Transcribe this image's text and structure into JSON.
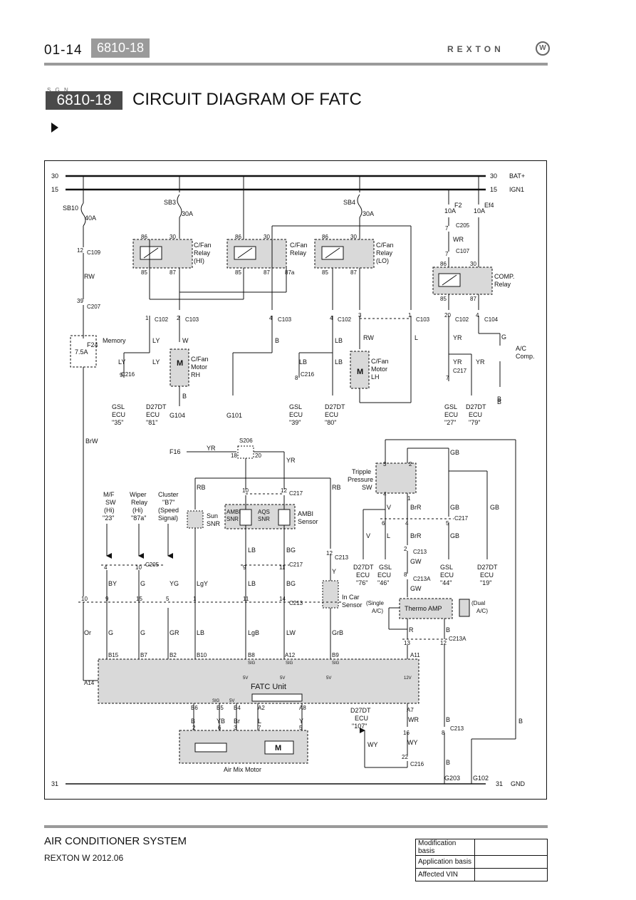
{
  "header": {
    "page_number": "01-14",
    "section_code": "6810-18",
    "brand": "REXTON",
    "brand_logo": "W"
  },
  "title_block": {
    "sgn": "S.G.N.",
    "code": "6810-18",
    "title": "CIRCUIT DIAGRAM OF FATC"
  },
  "diagram": {
    "bus": {
      "b30": "30",
      "b15": "15",
      "b31": "31",
      "bat": "BAT+",
      "ign": "IGN1",
      "gnd": "GND"
    },
    "fuses": {
      "sb10": "SB10",
      "sb10_rating": "40A",
      "sb3": "SB3",
      "sb3_rating": "30A",
      "sb4": "SB4",
      "sb4_rating": "30A",
      "f2": "F2",
      "f2_rating": "10A",
      "ef4": "Ef4",
      "ef4_rating": "10A",
      "f24": "F24",
      "f24_rating": "7.5A",
      "memory": "Memory"
    },
    "relays": {
      "hi_name": "C/Fan",
      "hi_name2": "Relay",
      "hi_name3": "(HI)",
      "mid_name": "C/Fan",
      "mid_name2": "Relay",
      "lo_name": "C/Fan",
      "lo_name2": "Relay",
      "lo_name3": "(LO)",
      "comp_name": "COMP.",
      "comp_name2": "Relay",
      "pin86": "86",
      "pin30": "30",
      "pin85": "85",
      "pin87": "87",
      "pin87a": "87a"
    },
    "connectors": {
      "c109": "C109",
      "c207": "C207",
      "c102": "C102",
      "c103": "C103",
      "c104": "C104",
      "c205": "C205",
      "c107": "C107",
      "c216": "C216",
      "c217": "C217",
      "c213": "C213",
      "c213a": "C213A",
      "s206": "S206"
    },
    "pins": {
      "p12": "12",
      "p39": "39",
      "p1": "1",
      "p2": "2",
      "p3": "3",
      "p4": "4",
      "p5": "5",
      "p6": "6",
      "p7": "7",
      "p8": "8",
      "p9": "9",
      "p10": "10",
      "p11": "11",
      "p13": "13",
      "p14": "14",
      "p15": "15",
      "p16": "16",
      "p18": "18",
      "p20": "20",
      "p22": "22"
    },
    "wires": {
      "rw": "RW",
      "ly": "LY",
      "w": "W",
      "b": "B",
      "lb": "LB",
      "l": "L",
      "yr": "YR",
      "wr": "WR",
      "g": "G",
      "brw": "BrW",
      "rb": "RB",
      "y": "Y",
      "gb": "GB",
      "v": "V",
      "brr": "BrR",
      "gw": "GW",
      "by": "BY",
      "yg": "YG",
      "lgy": "LgY",
      "bg": "BG",
      "or": "Or",
      "gr": "GR",
      "lgb": "LgB",
      "lw": "LW",
      "grb": "GrB",
      "r": "R",
      "yb": "YB",
      "br": "Br",
      "wy": "WY"
    },
    "components": {
      "motor_rh": "C/Fan",
      "motor_rh2": "Motor",
      "motor_rh3": "RH",
      "motor_lh": "C/Fan",
      "motor_lh2": "Motor",
      "motor_lh3": "LH",
      "ac_comp": "A/C",
      "ac_comp2": "Comp.",
      "sun": "Sun",
      "sun2": "SNR",
      "ambi": "AMBI",
      "ambi2": "SNR",
      "aqs": "AQS",
      "aqs2": "SNR",
      "ambi_sensor": "AMBI",
      "ambi_sensor2": "Sensor",
      "tripple": "Tripple",
      "tripple2": "Pressure",
      "tripple3": "SW",
      "incar": "In Car",
      "incar2": "Sensor",
      "thermo": "Thermo AMP",
      "single": "(Single",
      "single2": "A/C)",
      "dual": "(Dual",
      "dual2": "A/C)",
      "fatc": "FATC Unit",
      "airmix": "Air Mix Motor",
      "motor_m": "M"
    },
    "ecus": {
      "gsl": "GSL",
      "ecu": "ECU",
      "d27dt": "D27DT",
      "q35": "\"35\"",
      "q81": "\"81\"",
      "q39": "\"39\"",
      "q80": "\"80\"",
      "q27": "\"27\"",
      "q79": "\"79\"",
      "q76": "\"76\"",
      "q46": "\"46\"",
      "q44": "\"44\"",
      "q19": "\"19\"",
      "q107": "\"107\""
    },
    "grounds": {
      "g104": "G104",
      "g101": "G101",
      "g203": "G203",
      "g102": "G102"
    },
    "inputs": {
      "f16": "F16",
      "mf": "M/F",
      "mf2": "SW",
      "mf3": "(Hi)",
      "mf4": "\"23\"",
      "wiper": "Wiper",
      "wiper2": "Relay",
      "wiper3": "(Hi)",
      "wiper4": "\"87a\"",
      "cluster": "Cluster",
      "cluster2": "\"B7\"",
      "cluster3": "(Speed",
      "cluster4": "Signal)"
    },
    "fatc_pins": {
      "a14": "A14",
      "b15": "B15",
      "b7": "B7",
      "b2": "B2",
      "b10": "B10",
      "b8": "B8",
      "a12": "A12",
      "b9": "B9",
      "a11": "A11",
      "b6": "B6",
      "b5": "B5",
      "b4": "B4",
      "a2": "A2",
      "a8": "A8",
      "a7": "A7",
      "sig": "SIG",
      "v5": "5V",
      "v12": "12V"
    }
  },
  "footer": {
    "system": "AIR CONDITIONER SYSTEM",
    "model": "REXTON W 2012.06",
    "basis": [
      {
        "label": "Modification basis",
        "value": ""
      },
      {
        "label": "Application basis",
        "value": ""
      },
      {
        "label": "Affected VIN",
        "value": ""
      }
    ]
  }
}
